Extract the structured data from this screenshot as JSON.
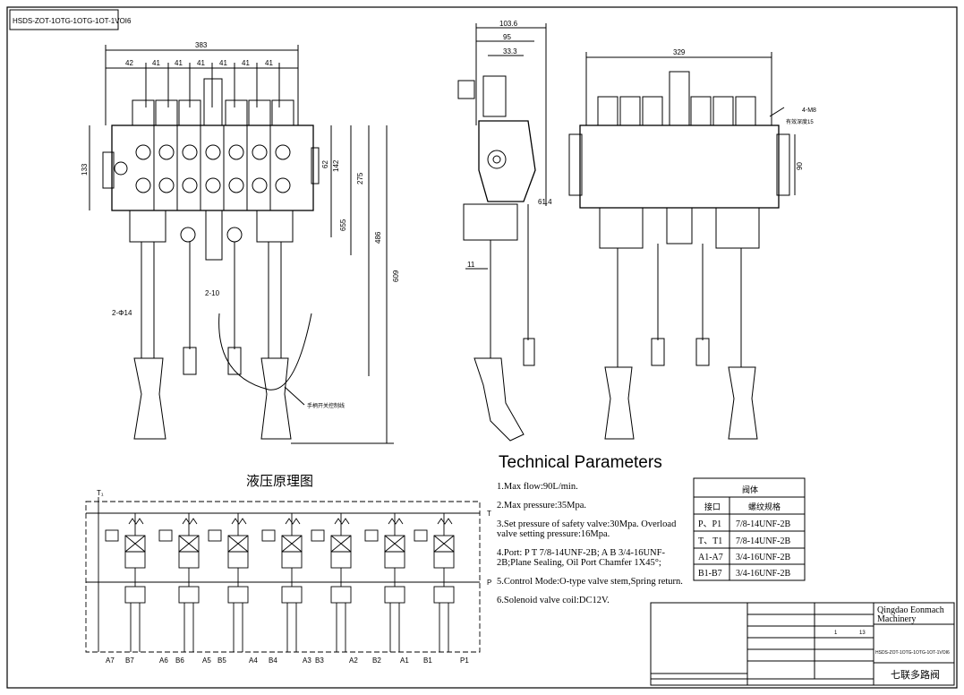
{
  "drawing": {
    "corner_code": "HSDS-ZOT-1OTG-1OTG-1OT-1VOI6",
    "front_dims": [
      "383",
      "42",
      "41",
      "41",
      "41",
      "41",
      "41",
      "41",
      "133",
      "142",
      "62",
      "275",
      "486",
      "609",
      "655",
      "2-10",
      "2-Φ14"
    ],
    "cable_note": "手柄开关控制线",
    "side_dims": [
      "103.6",
      "95",
      "33.3",
      "61.4",
      "11"
    ],
    "back_dims": [
      "329",
      "90",
      "4-M8",
      "有效深度15"
    ]
  },
  "schematic": {
    "title": "液压原理图",
    "t1_label": "T₁",
    "t_label": "T",
    "p_label": "P",
    "ports": [
      "A7",
      "B7",
      "A6",
      "B6",
      "A5",
      "B5",
      "A4",
      "B4",
      "A3",
      "B3",
      "A2",
      "B2",
      "A1",
      "B1",
      "P1"
    ]
  },
  "tech": {
    "heading": "Technical Parameters",
    "lines": [
      "1.Max flow:90L/min.",
      "2.Max pressure:35Mpa.",
      "3.Set pressure of safety valve:30Mpa. Overload valve setting pressure:16Mpa.",
      "4.Port: P  T 7/8-14UNF-2B; A  B 3/4-16UNF-2B;Plane Sealing, Oil Port Chamfer 1X45°;",
      "5.Control Mode:O-type valve stem,Spring return.",
      "6.Solenoid valve coil:DC12V."
    ]
  },
  "port_table": {
    "title": "阀体",
    "col1": "接口",
    "col2": "螺纹规格",
    "rows": [
      {
        "port": "P、P1",
        "thread": "7/8-14UNF-2B"
      },
      {
        "port": "T、T1",
        "thread": "7/8-14UNF-2B"
      },
      {
        "port": "A1-A7",
        "thread": "3/4-16UNF-2B"
      },
      {
        "port": "B1-B7",
        "thread": "3/4-16UNF-2B"
      }
    ]
  },
  "title_block": {
    "company_line1": "Qingdao Eonmach",
    "company_line2": "Machinery",
    "drawing_no": "HSDS-ZOT-1OTG-1OTG-1OT-1VOI6",
    "name": "七联多路阀",
    "sheet_a": "1",
    "sheet_b": "13"
  }
}
